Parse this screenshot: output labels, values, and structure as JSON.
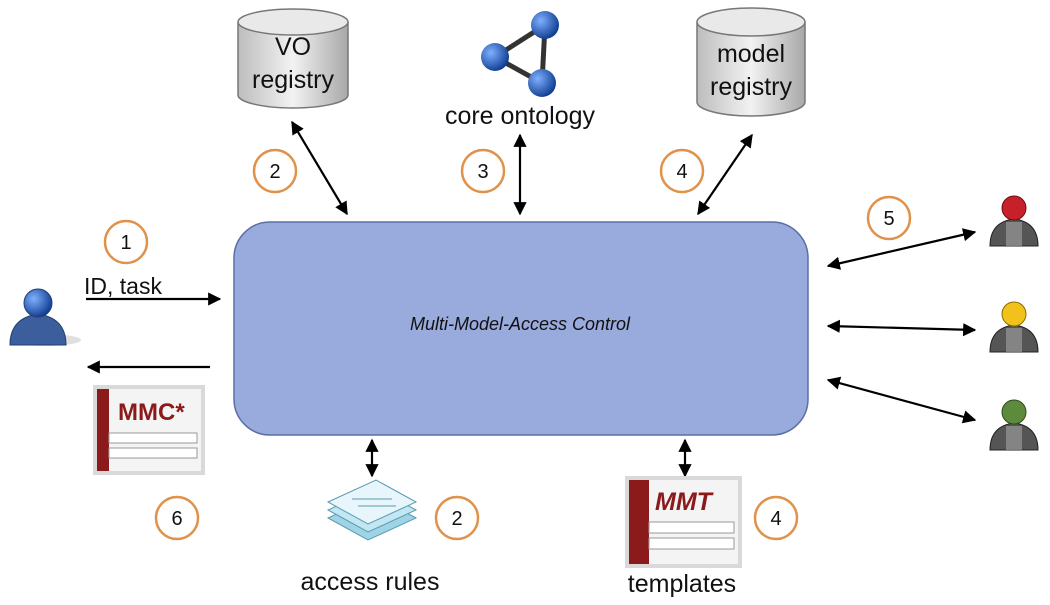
{
  "central_box": {
    "label": "Multi-Model-Access Control",
    "fill": "#99aadd"
  },
  "vo_registry": {
    "line1": "VO",
    "line2": "registry"
  },
  "model_registry": {
    "line1": "model",
    "line2": "registry"
  },
  "core_ontology": {
    "label": "core ontology"
  },
  "access_rules": {
    "label": "access rules"
  },
  "templates": {
    "label": "templates",
    "doc_title": "MMT"
  },
  "mmc_doc": {
    "title": "MMC*"
  },
  "input_label": "ID, task",
  "steps": [
    "1",
    "2",
    "3",
    "4",
    "5",
    "2",
    "4",
    "6"
  ],
  "colors": {
    "step_circle": "#e0914a",
    "doc_accent": "#8b1a1a",
    "node": "#1f55b8"
  }
}
